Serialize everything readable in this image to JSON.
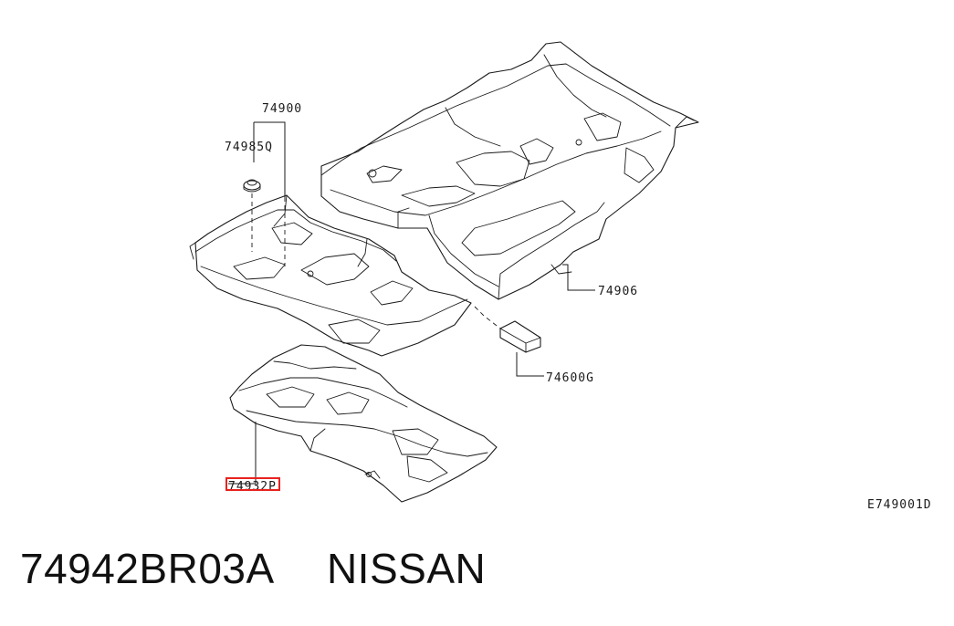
{
  "diagram": {
    "callouts": {
      "carpet_assembly": "74900",
      "clip": "74985Q",
      "rear_floor_carpet": "74906",
      "spacer": "74600G",
      "front_mat": "74932P"
    },
    "figure_code": "E749001D",
    "highlighted_part": "74932P"
  },
  "caption": {
    "part_number": "74942BR03A",
    "brand": "NISSAN"
  },
  "colors": {
    "line": "#1a1a1a",
    "highlight": "#e8231f"
  }
}
